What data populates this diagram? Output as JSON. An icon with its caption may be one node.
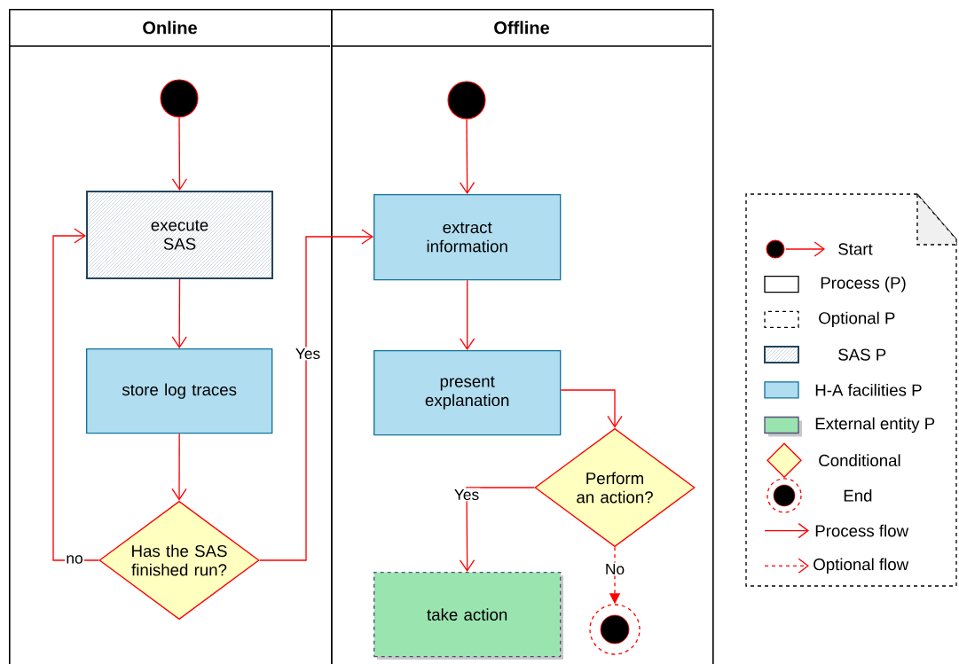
{
  "diagram": {
    "nodes": [
      {
        "text": [
          "Online"
        ]
      },
      {
        "text": [
          "Offline"
        ]
      },
      {
        "text": [],
        "shape": "circle",
        "in": 0
      },
      {
        "text": [
          "execute SAS"
        ],
        "in": 0
      },
      {
        "text": [
          "store log traces"
        ],
        "in": 0
      },
      {
        "text": [
          "Has the SAS finished run?"
        ],
        "in": 0
      },
      {
        "text": [],
        "shape": "circle",
        "in": 1
      },
      {
        "text": [
          "extract information"
        ],
        "in": 1
      },
      {
        "text": [
          "present explanation"
        ],
        "in": 1
      },
      {
        "text": [
          "Perform an action?"
        ],
        "in": 1
      },
      {
        "text": [
          "take action"
        ],
        "in": 1
      },
      {
        "text": [],
        "shape": "circle",
        "in": 1
      }
    ],
    "edges": [
      {
        "from": 2,
        "to": 3,
        "arrow": "to"
      },
      {
        "from": 3,
        "to": 4,
        "arrow": "to"
      },
      {
        "from": 4,
        "to": 5,
        "arrow": "to"
      },
      {
        "from": 5,
        "to": 3,
        "arrow": "to",
        "label": "no"
      },
      {
        "from": 5,
        "to": 7,
        "arrow": "to",
        "label": "Yes"
      },
      {
        "from": 6,
        "to": 7,
        "arrow": "to"
      },
      {
        "from": 7,
        "to": 8,
        "arrow": "to"
      },
      {
        "from": 8,
        "to": 9,
        "arrow": "to"
      },
      {
        "from": 9,
        "to": 10,
        "arrow": "to",
        "label": "Yes"
      },
      {
        "from": 9,
        "to": 11,
        "arrow": "to",
        "label": "No",
        "style": "dashed"
      }
    ],
    "legend": [
      {
        "text": "Start"
      },
      {
        "text": "Process (P)"
      },
      {
        "text": "Optional P"
      },
      {
        "text": "SAS P"
      },
      {
        "text": "H-A facilities P",
        "color": "#b1ddf0"
      },
      {
        "text": "External entity P",
        "color": "#9ae4b0"
      },
      {
        "text": "Conditional"
      },
      {
        "text": "End"
      },
      {
        "text": "Process flow"
      },
      {
        "text": "Optional flow"
      }
    ]
  }
}
